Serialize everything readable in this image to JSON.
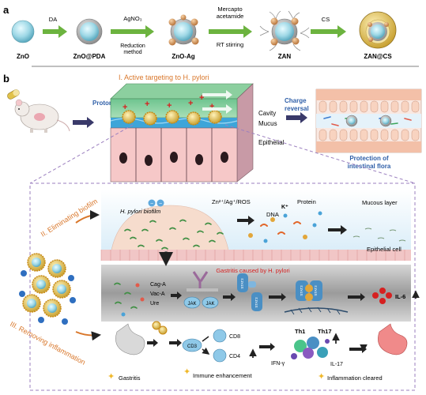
{
  "panel_a": {
    "label": "a",
    "stages": [
      "ZnO",
      "ZnO@PDA",
      "ZnO-Ag",
      "ZAN",
      "ZAN@CS"
    ],
    "steps": [
      {
        "top": "DA",
        "bottom": ""
      },
      {
        "top": "AgNO₃",
        "bottom": "Reduction method"
      },
      {
        "top": "Mercapto acetamide",
        "bottom": "RT stirring"
      },
      {
        "top": "CS",
        "bottom": ""
      }
    ]
  },
  "panel_b": {
    "label": "b",
    "title_I": "I. Active targeting to H. pylori",
    "protonation": "Protonation",
    "layers": {
      "cavity": "Cavity",
      "mucus": "Mucus",
      "epithelial": "Epithelial"
    },
    "charge_reversal": "Charge reversal",
    "protection": "Protection of intestinal flora",
    "title_II": "II. Eliminating biofilm",
    "biofilm": "H. pylori biofilm",
    "ions": "Zn²⁺/Ag⁺/ROS",
    "k_plus": "K⁺",
    "protein": "Protein",
    "dna": "DNA",
    "mucous_layer": "Mucous layer",
    "epithelial_cell": "Epithelial cell",
    "gastritis_caused": "Gastritis caused by H. pylori",
    "factors": [
      "Cag-A",
      "Vac-A",
      "Ure"
    ],
    "jak": "JAK",
    "stat3": "STAT3",
    "il6": "IL-6",
    "title_III": "III. Removing inflammation",
    "gastritis": "Gastritis",
    "cd3": "CD3",
    "cd8": "CD8",
    "cd4": "CD4",
    "immune": "Immune enhancement",
    "th1": "Th1",
    "th17": "Th17",
    "ifn": "IFN-γ",
    "il17": "IL-17",
    "cleared": "Inflammation cleared"
  },
  "colors": {
    "green_arrow": "#6cb33f",
    "orange_title": "#d9772b",
    "blue_text": "#2f5fa8",
    "red_text": "#d62020",
    "mucus_blue": "#3da5d9",
    "epithelial_pink": "#f6c8c8",
    "stat_blue": "#4a8fc4"
  }
}
